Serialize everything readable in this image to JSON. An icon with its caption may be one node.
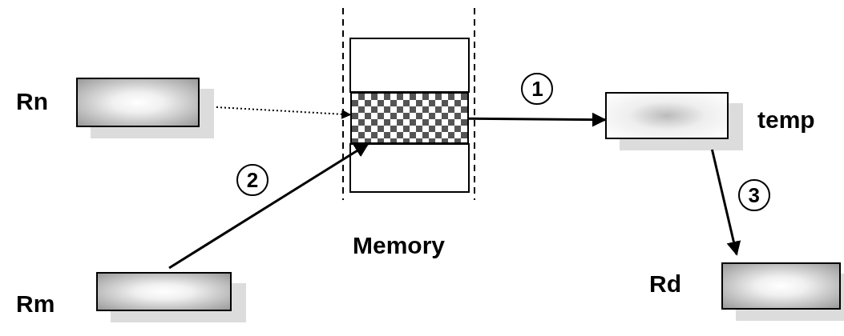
{
  "diagram": {
    "nodes": [
      {
        "text": [
          "Rn"
        ]
      },
      {
        "text": [
          "Memory"
        ]
      },
      {
        "text": [],
        "shape": "box",
        "in": 1
      },
      {
        "text": [
          "temp"
        ]
      },
      {
        "text": [
          "Rm"
        ]
      },
      {
        "text": [
          "Rd"
        ]
      }
    ],
    "edges": [
      {
        "from": 0,
        "to": 2,
        "arrow": "to",
        "style": "dashed"
      },
      {
        "from": 2,
        "to": 3,
        "arrow": "to",
        "label": "1"
      },
      {
        "from": 4,
        "to": 2,
        "arrow": "to",
        "label": "2"
      },
      {
        "from": 3,
        "to": 5,
        "arrow": "to",
        "label": "3"
      }
    ]
  }
}
